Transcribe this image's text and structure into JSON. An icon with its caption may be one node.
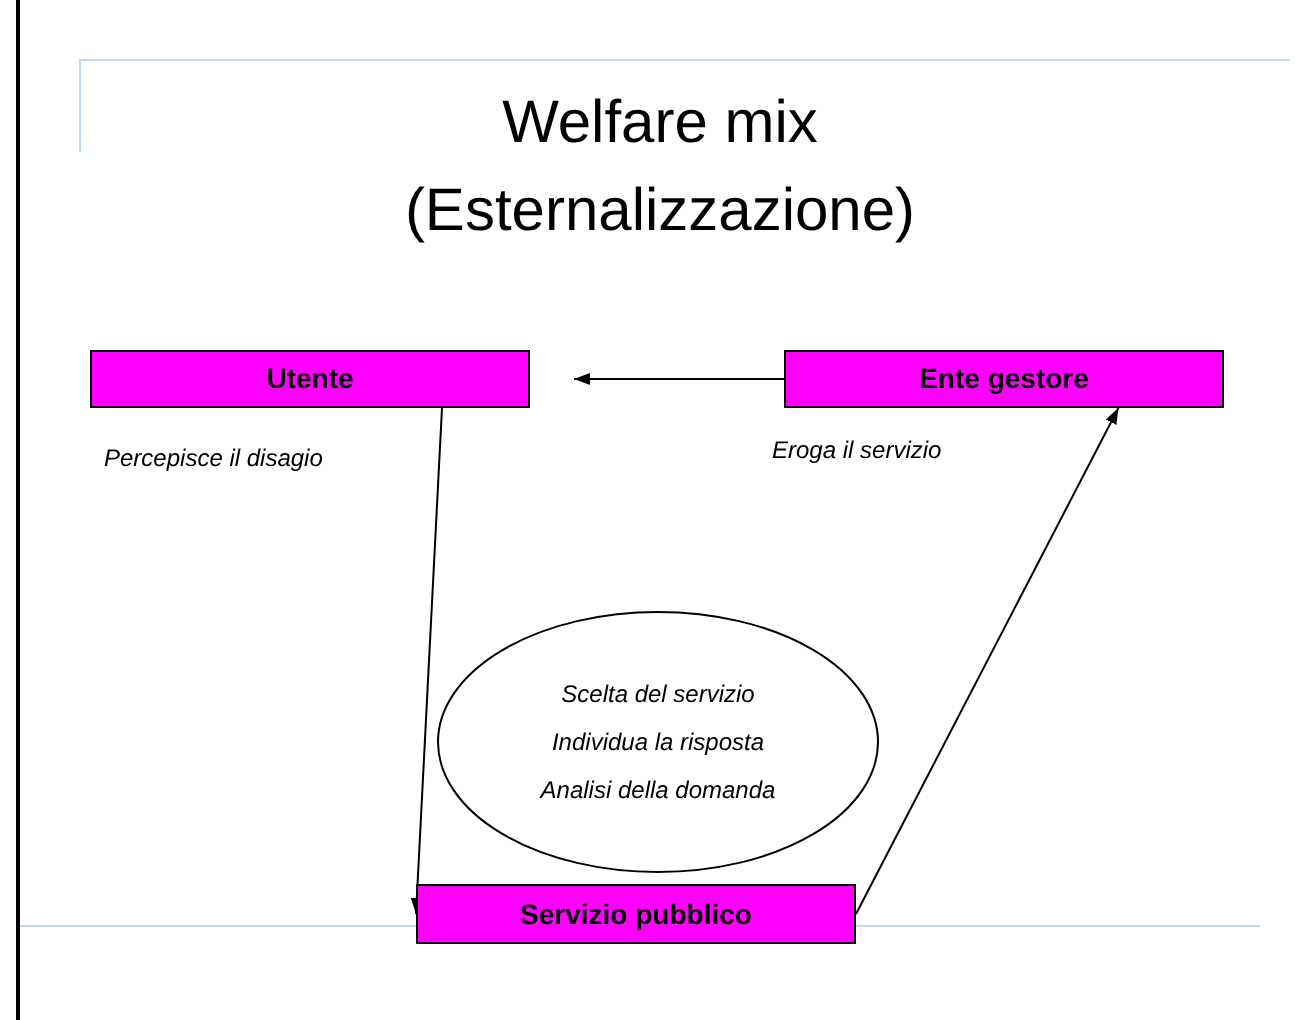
{
  "diagram": {
    "title": "Welfare mix (Esternalizzazione)",
    "nodes": [
      {
        "text": [
          "Utente"
        ],
        "beside": [
          "Percepisce il disagio"
        ]
      },
      {
        "text": [
          "Ente gestore"
        ],
        "beside": [
          "Eroga il servizio"
        ]
      },
      {
        "text": [
          "Servizio pubblico"
        ]
      },
      {
        "text": [
          "Scelta del servizio",
          "Individua la risposta",
          "Analisi della domanda"
        ]
      }
    ],
    "edges": [
      {
        "from": 1,
        "to": 0,
        "arrow": "to"
      },
      {
        "from": 0,
        "to": 2,
        "arrow": "to"
      },
      {
        "from": 2,
        "to": 1,
        "arrow": "to"
      }
    ]
  }
}
